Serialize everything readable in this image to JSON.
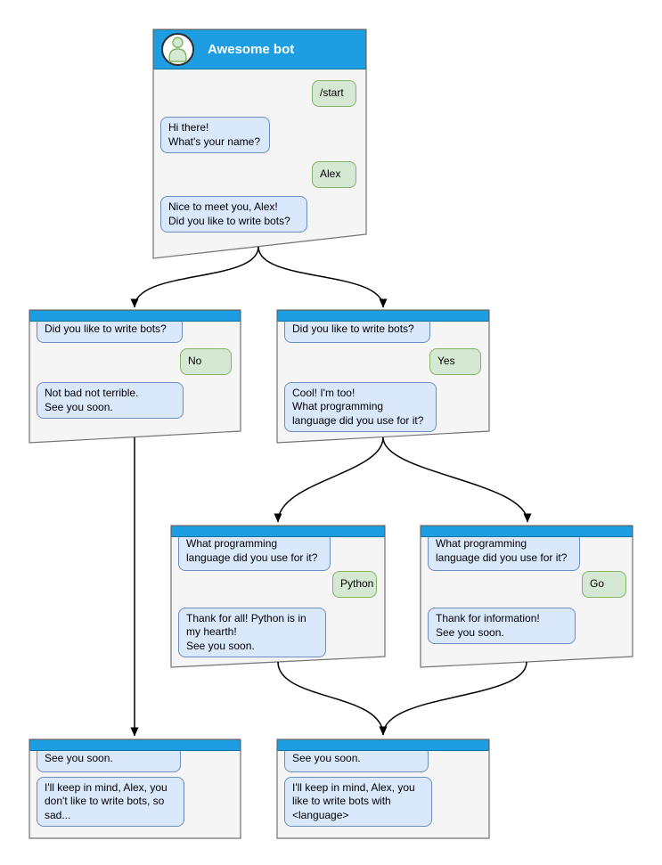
{
  "colors": {
    "header_blue": "#1d9ee3",
    "header_border": "#10739e",
    "window_bg": "#f5f5f5",
    "window_border": "#737373",
    "bot_bubble_bg": "#dae8fc",
    "bot_bubble_border": "#6c8ebf",
    "user_bubble_bg": "#d5e8d4",
    "user_bubble_border": "#82b366",
    "connector": "#000000"
  },
  "icons": {
    "avatar": "person-icon"
  },
  "windows": {
    "main": {
      "title": "Awesome bot",
      "bubbles": [
        {
          "side": "user",
          "text": "/start"
        },
        {
          "side": "bot",
          "text": "Hi there!\nWhat's your name?"
        },
        {
          "side": "user",
          "text": "Alex"
        },
        {
          "side": "bot",
          "text": "Nice to meet you, Alex!\nDid you like to write bots?"
        }
      ]
    },
    "no_branch": {
      "bubbles": [
        {
          "side": "bot",
          "text": "Did you like to write bots?"
        },
        {
          "side": "user",
          "text": "No"
        },
        {
          "side": "bot",
          "text": "Not bad not terrible.\nSee you soon."
        }
      ]
    },
    "yes_branch": {
      "bubbles": [
        {
          "side": "bot",
          "text": "Did you like to write bots?"
        },
        {
          "side": "user",
          "text": "Yes"
        },
        {
          "side": "bot",
          "text": "Cool! I'm too!\nWhat programming\nlanguage did you use for it?"
        }
      ]
    },
    "python_branch": {
      "bubbles": [
        {
          "side": "bot",
          "text": "What programming\nlanguage did you use for it?"
        },
        {
          "side": "user",
          "text": "Python"
        },
        {
          "side": "bot",
          "text": "Thank for all! Python is in\nmy hearth!\nSee you soon."
        }
      ]
    },
    "go_branch": {
      "bubbles": [
        {
          "side": "bot",
          "text": "What programming\nlanguage did you use for it?"
        },
        {
          "side": "user",
          "text": "Go"
        },
        {
          "side": "bot",
          "text": "Thank for information!\nSee you soon."
        }
      ]
    },
    "end_no": {
      "bubbles": [
        {
          "side": "bot",
          "text": "See you soon."
        },
        {
          "side": "bot",
          "text": "I'll keep in mind, Alex, you\ndon't like to write bots, so\nsad..."
        }
      ]
    },
    "end_yes": {
      "bubbles": [
        {
          "side": "bot",
          "text": "See you soon."
        },
        {
          "side": "bot",
          "text": "I'll keep in mind, Alex, you\nlike to write bots with\n<language>"
        }
      ]
    }
  }
}
